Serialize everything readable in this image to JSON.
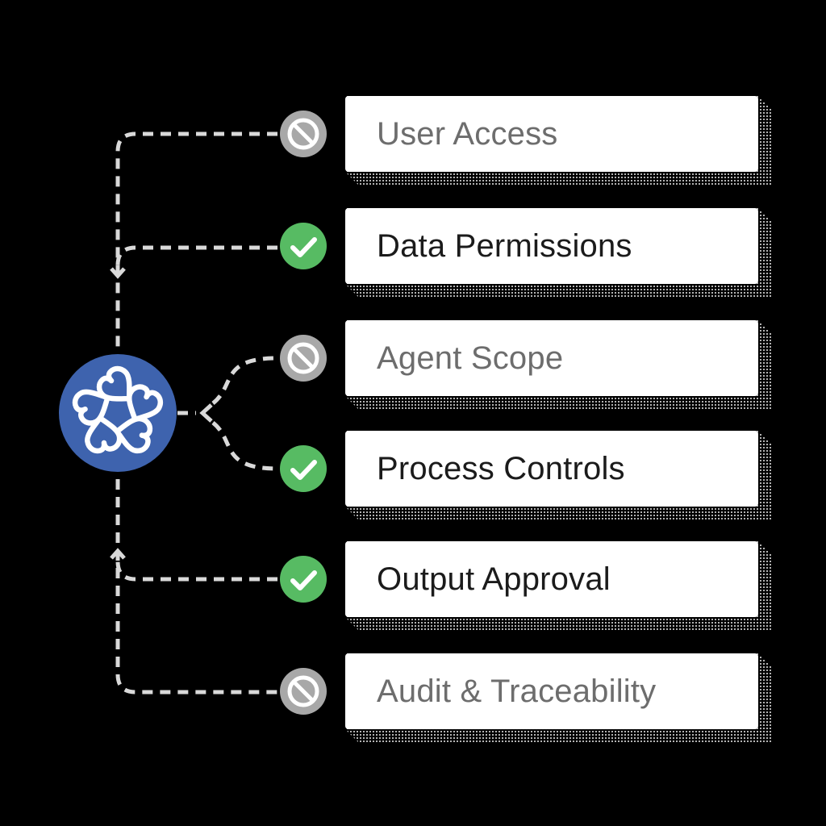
{
  "page": {
    "background_color": "#000000",
    "connector_color": "#d9d9d9",
    "card_background": "#ffffff",
    "shadow_dot_color": "#b3b3b3"
  },
  "logo": {
    "name": "pinwheel-hearts-logo",
    "circle_color": "#3e63ae",
    "motif_color": "#ffffff",
    "motif_count": 5
  },
  "statuses": {
    "allowed": {
      "icon": "check-icon",
      "color": "#57bb63"
    },
    "restricted": {
      "icon": "no-entry-icon",
      "color": "#a8a8a8"
    }
  },
  "items": [
    {
      "label": "User Access",
      "status": "restricted",
      "text_color": "#6d6d6d"
    },
    {
      "label": "Data Permissions",
      "status": "allowed",
      "text_color": "#1b1b1b"
    },
    {
      "label": "Agent Scope",
      "status": "restricted",
      "text_color": "#6d6d6d"
    },
    {
      "label": "Process Controls",
      "status": "allowed",
      "text_color": "#1b1b1b"
    },
    {
      "label": "Output Approval",
      "status": "allowed",
      "text_color": "#1b1b1b"
    },
    {
      "label": "Audit & Traceability",
      "status": "restricted",
      "text_color": "#6d6d6d"
    }
  ]
}
